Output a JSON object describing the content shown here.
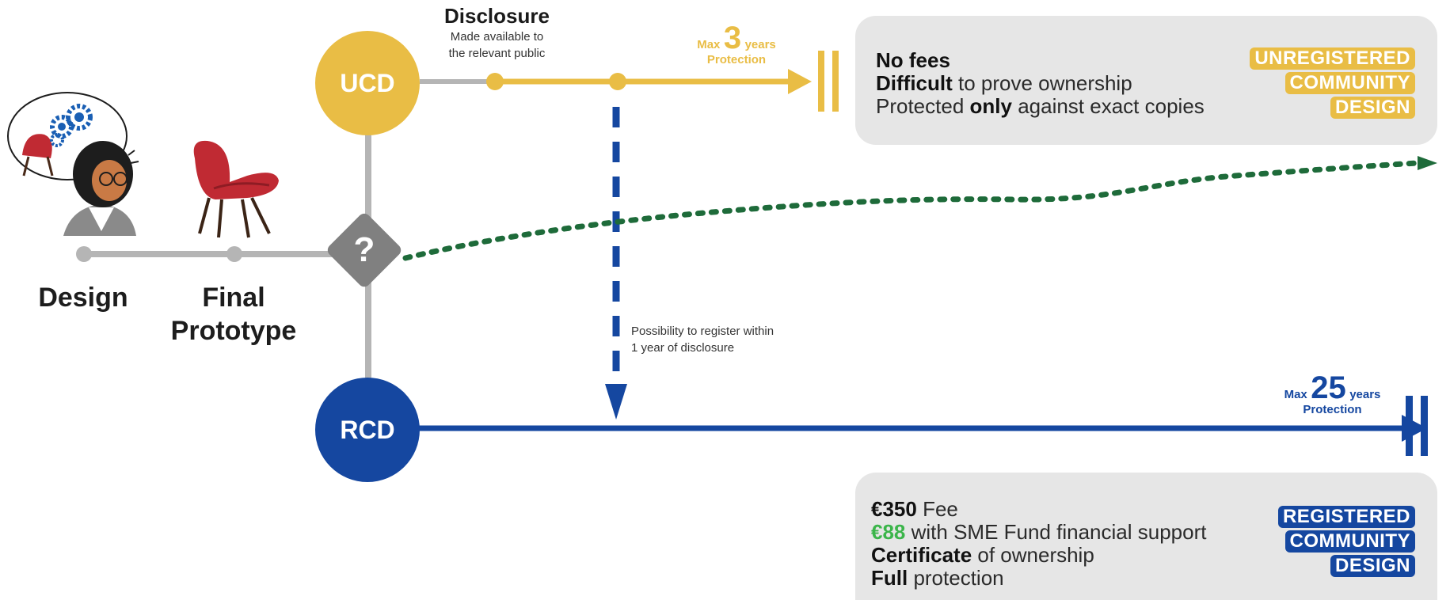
{
  "stages": {
    "design": "Design",
    "final_prototype_line1": "Final",
    "final_prototype_line2": "Prototype"
  },
  "decision": {
    "symbol": "?"
  },
  "disclosure": {
    "title": "Disclosure",
    "line1": "Made available to",
    "line2": "the relevant public"
  },
  "ucd": {
    "node_label": "UCD",
    "max_prefix": "Max",
    "max_value": "3",
    "max_unit": "years",
    "max_caption": "Protection",
    "box": {
      "line1_bold": "No fees",
      "line2_bold": "Difficult",
      "line2_rest": " to prove ownership",
      "line3_pre": "Protected ",
      "line3_bold": "only",
      "line3_rest": " against exact copies"
    },
    "badge": [
      "UNREGISTERED",
      "COMMUNITY",
      "DESIGN"
    ]
  },
  "register_note": {
    "line1": "Possibility to register within",
    "line2": "1 year of disclosure"
  },
  "rcd": {
    "node_label": "RCD",
    "max_prefix": "Max",
    "max_value": "25",
    "max_unit": "years",
    "max_caption": "Protection",
    "box": {
      "line1_bold": "€350",
      "line1_rest": " Fee",
      "line2_green": "€88",
      "line2_rest": " with SME Fund financial support",
      "line3_bold": "Certificate",
      "line3_rest": " of ownership",
      "line4_bold": "Full",
      "line4_rest": " protection"
    },
    "badge": [
      "REGISTERED",
      "COMMUNITY",
      "DESIGN"
    ]
  },
  "colors": {
    "ucd_yellow": "#e9bd45",
    "rcd_blue": "#1547a0",
    "grey_line": "#b5b5b5",
    "decision_grey": "#808080",
    "dotted_green": "#1e6b3a",
    "fee_green": "#3bb54a",
    "box_grey": "#e6e6e6"
  },
  "icons": [
    "person-thinking-icon",
    "chair-icon",
    "gears-icon"
  ]
}
